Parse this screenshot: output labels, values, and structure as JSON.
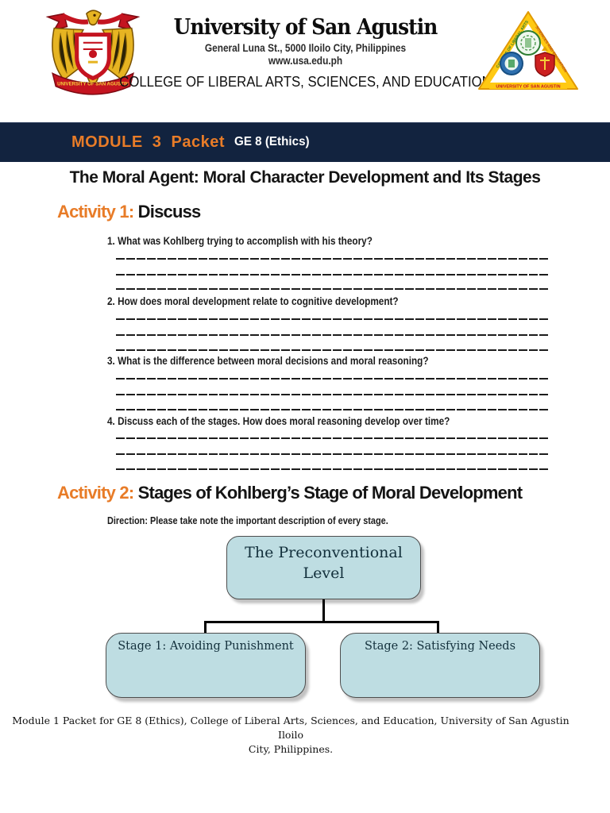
{
  "header": {
    "university_name": "University of San Agustin",
    "address": "General Luna St., 5000 Iloilo City, Philippines",
    "website": "www.usa.edu.ph",
    "college": "COLLEGE OF LIBERAL ARTS, SCIENCES, AND EDUCATION",
    "crest_bottom_text": "UNIVERSITY OF SAN AGUSTIN",
    "seal": {
      "left_edge_text": "COLLEGE OF LIBERAL ARTS",
      "right_edge_text": "SCIENCES AND EDUCATION",
      "bottom_text": "UNIVERSITY OF SAN AGUSTIN"
    }
  },
  "banner": {
    "module_label": "MODULE  3  Packet",
    "course_label": "GE 8 (Ethics)"
  },
  "title": "The Moral Agent: Moral Character Development and Its Stages",
  "activity1": {
    "label": "Activity 1:",
    "heading": "Discuss",
    "questions": [
      "1. What was Kohlberg trying to accomplish with his theory?",
      "2. How does moral development relate to cognitive development?",
      "3. What is the difference between moral decisions and moral reasoning?",
      "4. Discuss each of the stages. How does moral reasoning develop over time?"
    ]
  },
  "activity2": {
    "label": "Activity 2:",
    "heading": "Stages of Kohlberg’s Stage of Moral Development",
    "direction": "Direction: Please take note the important description of every stage."
  },
  "diagram": {
    "root_label": "The Preconventional Level",
    "children": [
      "Stage 1: Avoiding Punishment",
      "Stage 2: Satisfying Needs"
    ]
  },
  "footer": {
    "line1": "Module 1 Packet for GE 8 (Ethics), College of Liberal Arts, Sciences, and Education, University of San Agustin Iloilo",
    "line2": "City, Philippines."
  },
  "colors": {
    "banner_navy": "#12233F",
    "accent_orange": "#E87C28",
    "diagram_box_fill": "#BEDDE2",
    "diagram_box_border": "#4D4D4D",
    "diagram_text": "#13303C"
  }
}
